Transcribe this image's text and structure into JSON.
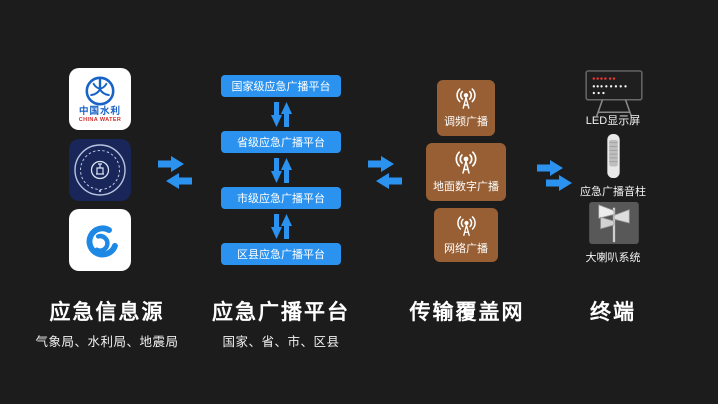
{
  "colors": {
    "background": "#1c1c1c",
    "accent_blue": "#2b93ef",
    "node_brown": "#975f33",
    "text_white": "#ffffff"
  },
  "sources": {
    "title": "应急信息源",
    "subtitle": "气象局、水利局、地震局",
    "water_logo_cn": "中国水利",
    "water_logo_en": "CHINA WATER"
  },
  "platforms": {
    "title": "应急广播平台",
    "subtitle": "国家、省、市、区县",
    "levels": [
      "国家级应急广播平台",
      "省级应急广播平台",
      "市级应急广播平台",
      "区县应急广播平台"
    ]
  },
  "network": {
    "title": "传输覆盖网",
    "nodes": [
      "调频广播",
      "地面数字广播",
      "网络广播"
    ]
  },
  "terminals": {
    "title": "终端",
    "devices": [
      "LED显示屏",
      "应急广播音柱",
      "大喇叭系统"
    ]
  },
  "icons": {
    "antenna": "broadcast-antenna-icon",
    "arrow_right": "arrow-right-icon",
    "arrow_left": "arrow-left-icon",
    "arrow_vertical": "arrow-up-down-icon"
  }
}
